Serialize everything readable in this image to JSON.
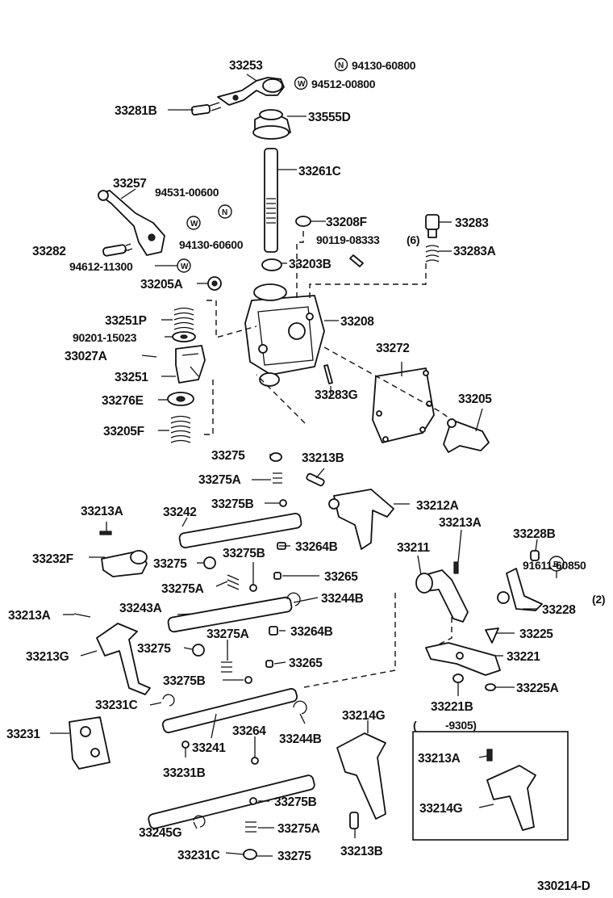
{
  "figure_code": "330214-D",
  "markers": {
    "n": "N",
    "w": "W",
    "b": "B"
  },
  "labels": {
    "p33253": "33253",
    "n_94130_60800": "94130-60800",
    "w_94512_00800": "94512-00800",
    "p33281B": "33281B",
    "p33555D": "33555D",
    "p33261C": "33261C",
    "p33257": "33257",
    "p94531_00600": "94531-00600",
    "p94130_60600": "94130-60600",
    "p33282": "33282",
    "p94612_11300": "94612-11300",
    "p33205A": "33205A",
    "p33208F": "33208F",
    "p90119_08333": "90119-08333",
    "q90119": "(6)",
    "p33203B": "33203B",
    "p33283": "33283",
    "p33283A": "33283A",
    "p33251P": "33251P",
    "p90201_15023": "90201-15023",
    "p33027A": "33027A",
    "p33251": "33251",
    "p33276E": "33276E",
    "p33205F": "33205F",
    "p33208": "33208",
    "p33272": "33272",
    "p33283G": "33283G",
    "p33205": "33205",
    "p33275_a": "33275",
    "p33275A_a": "33275A",
    "p33213B_a": "33213B",
    "p33213A_a": "33213A",
    "p33242": "33242",
    "p33275B_a": "33275B",
    "p33212A": "33212A",
    "p33232F": "33232F",
    "p33275_b": "33275",
    "p33275B_b": "33275B",
    "p33264B_a": "33264B",
    "p33213A_b": "33213A",
    "p33228B": "33228B",
    "p33211": "33211",
    "p33275A_b": "33275A",
    "p33265_a": "33265",
    "p91611_60850": "91611-60850",
    "q91611": "(2)",
    "p33213A_c": "33213A",
    "p33243A": "33243A",
    "p33244B_a": "33244B",
    "p33228": "33228",
    "p33275A_c": "33275A",
    "p33264B_b": "33264B",
    "p33225": "33225",
    "p33213G": "33213G",
    "p33275_c": "33275",
    "p33221": "33221",
    "p33265_b": "33265",
    "p33275B_c": "33275B",
    "p33225A": "33225A",
    "p33231C_a": "33231C",
    "p33221B": "33221B",
    "p33214G_a": "33214G",
    "p33231": "33231",
    "p33264": "33264",
    "p33244B_b": "33244B",
    "p33241": "33241",
    "range_9305": "-9305)",
    "paren_open": "(",
    "p33231B": "33231B",
    "p33213A_d": "33213A",
    "p33275B_d": "33275B",
    "p33214G_b": "33214G",
    "p33245G": "33245G",
    "p33275A_d": "33275A",
    "p33231C_b": "33231C",
    "p33275_d": "33275",
    "p33213B_b": "33213B"
  }
}
